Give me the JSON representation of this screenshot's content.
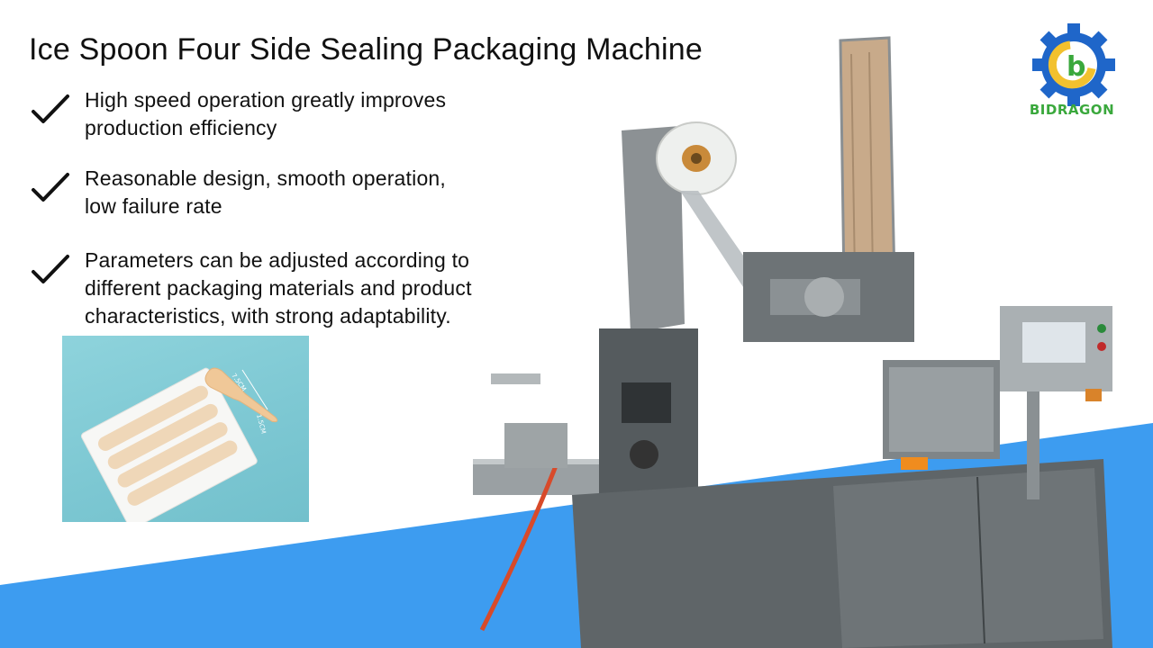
{
  "title": "Ice Spoon Four Side Sealing Packaging Machine",
  "features": [
    {
      "line1": "High speed operation greatly improves",
      "line2": "production efficiency"
    },
    {
      "line1": "Reasonable design, smooth operation,",
      "line2": "low failure rate"
    },
    {
      "line1": "Parameters can be adjusted according to",
      "line2": "different packaging materials and product",
      "line3": "characteristics, with strong adaptability."
    }
  ],
  "logo": {
    "name": "BIDRAGON",
    "letter": "b"
  },
  "product_photo": {
    "dim_length": "7.5CM",
    "dim_width": "1.5CM"
  },
  "colors": {
    "accent_blue": "#3d9cf0",
    "logo_blue": "#1f66c9",
    "logo_green": "#3aa83c",
    "logo_yellow": "#f2c12e"
  }
}
